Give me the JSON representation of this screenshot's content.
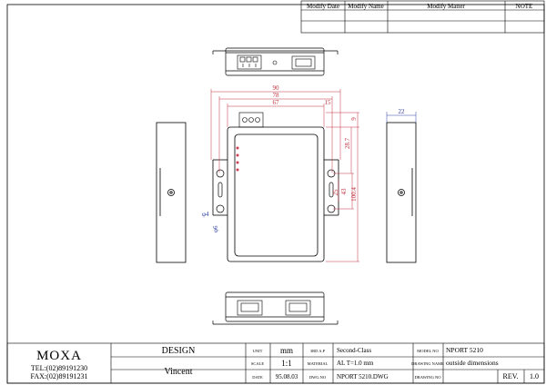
{
  "revision_table": {
    "headers": [
      "Modify Date",
      "Modify Name",
      "Modify Matter",
      "NOTE"
    ]
  },
  "dimensions": {
    "width_overall": "90",
    "width_mounting": "78",
    "width_body": "67",
    "offset_top": "15",
    "height_small": "9",
    "height_upper": "28.7",
    "height_slot": "25",
    "height_mid": "43",
    "height_overall": "100.4",
    "depth": "22",
    "hole_phi4": "φ4",
    "hole_phi6": "φ6"
  },
  "title_block": {
    "company": "MOXA",
    "tel": "TEL:(02)89191230",
    "fax": "FAX:(02)89191231",
    "design_label": "DESIGN",
    "designer": "Vincent",
    "unit_label": "UNIT",
    "unit_value": "mm",
    "scale_label": "SCALE",
    "scale_value": "1:1",
    "date_label": "DATE",
    "date_value": "95.08.03",
    "treat_label": "3RD A.P",
    "treat_value": "Second-Class",
    "material_label": "MATERIAL",
    "material_value": "AL T=1.0 mm",
    "dwg_label": "DWG.NO",
    "dwg_value": "NPORT 5210.DWG",
    "model_label": "MODEL NO",
    "model_value": "NPORT  5210",
    "drawing_name_label": "DRAWING NAME",
    "drawing_name_value": "outside dimensions",
    "drawing_no_label": "DRAWING NO",
    "rev_label": "REV.",
    "rev_value": "1.0"
  }
}
